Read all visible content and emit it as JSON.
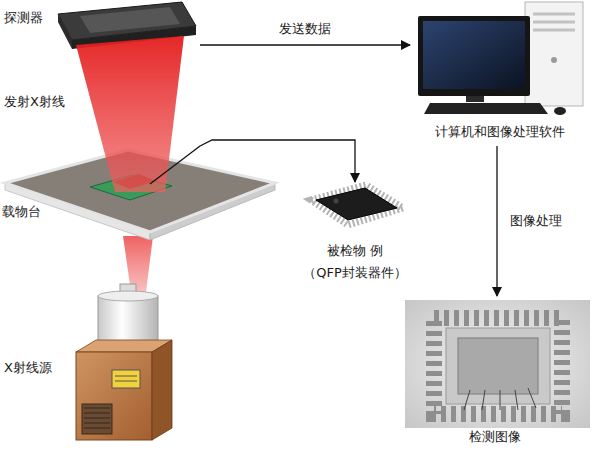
{
  "diagram": {
    "nodes": [
      {
        "text": [
          "探测器"
        ]
      },
      {
        "text": [
          "计算机和图像处理软件"
        ]
      },
      {
        "text": [
          "载物台"
        ]
      },
      {
        "text": [
          "被检物 例（QFP封装器件）"
        ]
      },
      {
        "text": [
          "检测图像"
        ]
      },
      {
        "text": [
          "X射线源"
        ]
      }
    ],
    "edges": [
      {
        "from": 0,
        "to": 1,
        "arrow": "to",
        "label": "发送数据"
      },
      {
        "from": 1,
        "to": 4,
        "arrow": "to",
        "label": "图像处理"
      },
      {
        "from": 2,
        "to": 3,
        "arrow": "to"
      }
    ],
    "labels": [
      "发射X射线"
    ]
  }
}
